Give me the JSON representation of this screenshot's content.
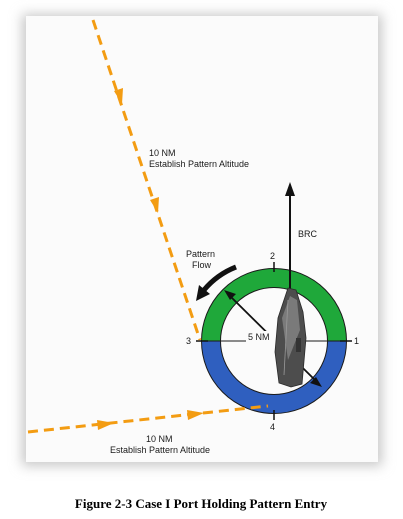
{
  "diagram": {
    "leg_top": {
      "line1": "10 NM",
      "line2": "Establish Pattern Altitude"
    },
    "leg_bottom": {
      "line1": "10 NM",
      "line2": "Establish Pattern Altitude"
    },
    "brc_label": "BRC",
    "pattern_flow": {
      "line1": "Pattern",
      "line2": "Flow"
    },
    "radius_label": "5 NM",
    "positions": [
      "1",
      "2",
      "3",
      "4"
    ],
    "colors": {
      "ring_top": "#1fa83a",
      "ring_bottom": "#2f5fbf",
      "track": "#f39c12",
      "arrow": "#111111",
      "ship": "#555555"
    }
  },
  "caption": "Figure 2-3  Case I Port Holding Pattern Entry"
}
